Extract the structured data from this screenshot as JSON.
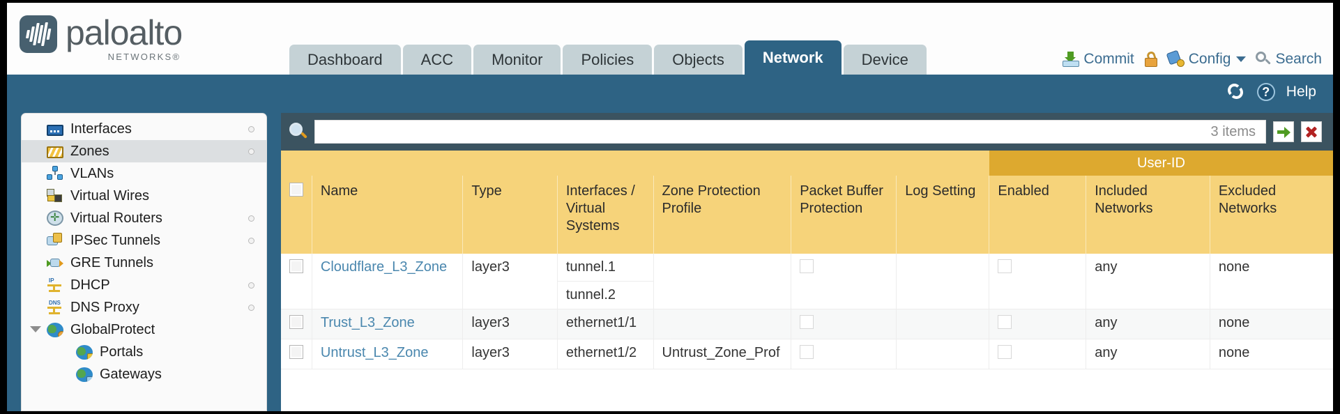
{
  "header": {
    "brand_name": "paloalto",
    "brand_sub": "NETWORKS®",
    "tabs": [
      {
        "label": "Dashboard",
        "active": false
      },
      {
        "label": "ACC",
        "active": false
      },
      {
        "label": "Monitor",
        "active": false
      },
      {
        "label": "Policies",
        "active": false
      },
      {
        "label": "Objects",
        "active": false
      },
      {
        "label": "Network",
        "active": true
      },
      {
        "label": "Device",
        "active": false
      }
    ],
    "actions": {
      "commit_label": "Commit",
      "commit_icon": "commit-save-icon",
      "lock_icon": "unlocked-padlock-icon",
      "config_label": "Config",
      "config_icon": "config-wrench-key-icon",
      "config_caret": "chevron-down-icon",
      "search_label": "Search",
      "search_icon": "magnifier-icon"
    },
    "accent_blue": "#2e6384",
    "tab_grey": "#c5d2d6"
  },
  "band": {
    "refresh_icon": "refresh-icon",
    "help_label": "Help",
    "help_icon": "question-circle-icon"
  },
  "sidebar": {
    "items": [
      {
        "label": "Interfaces",
        "icon": "interfaces-icon",
        "selected": false,
        "child": false,
        "dot": true,
        "expander": false
      },
      {
        "label": "Zones",
        "icon": "zones-icon",
        "selected": true,
        "child": false,
        "dot": true,
        "expander": false
      },
      {
        "label": "VLANs",
        "icon": "vlans-icon",
        "selected": false,
        "child": false,
        "dot": false,
        "expander": false
      },
      {
        "label": "Virtual Wires",
        "icon": "virtual-wires-icon",
        "selected": false,
        "child": false,
        "dot": false,
        "expander": false
      },
      {
        "label": "Virtual Routers",
        "icon": "virtual-routers-icon",
        "selected": false,
        "child": false,
        "dot": true,
        "expander": false
      },
      {
        "label": "IPSec Tunnels",
        "icon": "ipsec-tunnels-icon",
        "selected": false,
        "child": false,
        "dot": true,
        "expander": false
      },
      {
        "label": "GRE Tunnels",
        "icon": "gre-tunnels-icon",
        "selected": false,
        "child": false,
        "dot": false,
        "expander": false
      },
      {
        "label": "DHCP",
        "icon": "dhcp-icon",
        "selected": false,
        "child": false,
        "dot": true,
        "expander": false
      },
      {
        "label": "DNS Proxy",
        "icon": "dns-proxy-icon",
        "selected": false,
        "child": false,
        "dot": true,
        "expander": false
      },
      {
        "label": "GlobalProtect",
        "icon": "globalprotect-icon",
        "selected": false,
        "child": false,
        "dot": false,
        "expander": true
      },
      {
        "label": "Portals",
        "icon": "portals-icon",
        "selected": false,
        "child": true,
        "dot": false,
        "expander": false
      },
      {
        "label": "Gateways",
        "icon": "gateways-icon",
        "selected": false,
        "child": true,
        "dot": false,
        "expander": false
      }
    ]
  },
  "search": {
    "value": "",
    "placeholder": "",
    "item_count": "3 items",
    "apply_icon": "green-arrow-apply-icon",
    "clear_icon": "red-x-clear-icon",
    "magnifier_icon": "magnifier-icon"
  },
  "table": {
    "group_header": {
      "label": "User-ID",
      "color": "#dda92f"
    },
    "columns": [
      "Name",
      "Type",
      "Interfaces / Virtual Systems",
      "Zone Protection Profile",
      "Packet Buffer Protection",
      "Log Setting",
      "Enabled",
      "Included Networks",
      "Excluded Networks"
    ],
    "header_color": "#f6d37a",
    "rows": [
      {
        "name": "Cloudflare_L3_Zone",
        "type": "layer3",
        "interfaces": [
          "tunnel.1",
          "tunnel.2"
        ],
        "zone_protection_profile": "",
        "packet_buffer_protection": false,
        "log_setting": "",
        "userid_enabled": false,
        "included_networks": "any",
        "excluded_networks": "none",
        "selected": false,
        "alt": false
      },
      {
        "name": "Trust_L3_Zone",
        "type": "layer3",
        "interfaces": [
          "ethernet1/1"
        ],
        "zone_protection_profile": "",
        "packet_buffer_protection": false,
        "log_setting": "",
        "userid_enabled": false,
        "included_networks": "any",
        "excluded_networks": "none",
        "selected": false,
        "alt": true
      },
      {
        "name": "Untrust_L3_Zone",
        "type": "layer3",
        "interfaces": [
          "ethernet1/2"
        ],
        "zone_protection_profile": "Untrust_Zone_Prof",
        "packet_buffer_protection": false,
        "log_setting": "",
        "userid_enabled": false,
        "included_networks": "any",
        "excluded_networks": "none",
        "selected": false,
        "alt": false
      }
    ]
  }
}
